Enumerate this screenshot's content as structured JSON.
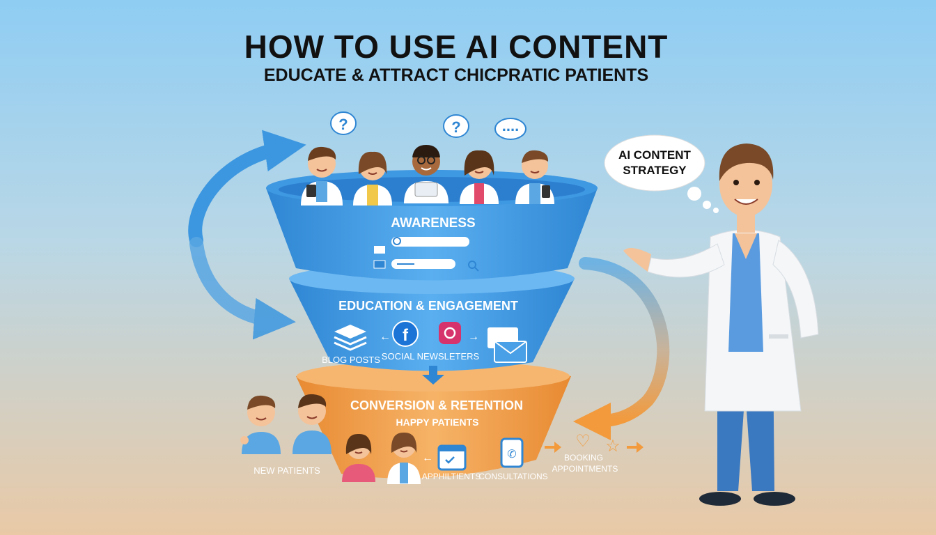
{
  "title": "HOW TO USE AI CONTENT",
  "subtitle": "EDUCATE & ATTRACT CHICPRATIC PATIENTS",
  "thought_bubble": {
    "line1": "AI CONTENT",
    "line2": "STRATEGY"
  },
  "funnel": {
    "awareness": {
      "label": "AWARENESS"
    },
    "education": {
      "label": "EDUCATION & ENGAGEMENT",
      "blog_label": "BLOG POSTS",
      "social_newsletters_label": "SOCIAL NEWSLETERS"
    },
    "conversion": {
      "label": "CONVERSION & RETENTION",
      "happy_label": "HAPPY PATIENTS",
      "appts_label": "APPHILTIENTS",
      "consult_label": "CONSULTATIONS"
    }
  },
  "side": {
    "new_patients": "NEW PATIENTS",
    "booking_line1": "BOOKING",
    "booking_line2": "APPOINTMENTS"
  },
  "bubble_marks": [
    "?",
    "?",
    "...."
  ],
  "colors": {
    "funnel_blue": "#4aa0e6",
    "funnel_blue_dark": "#2f86d3",
    "funnel_orange": "#f0a24e",
    "arrow_blue": "#3c97e0",
    "arrow_orange": "#f29a3c"
  }
}
